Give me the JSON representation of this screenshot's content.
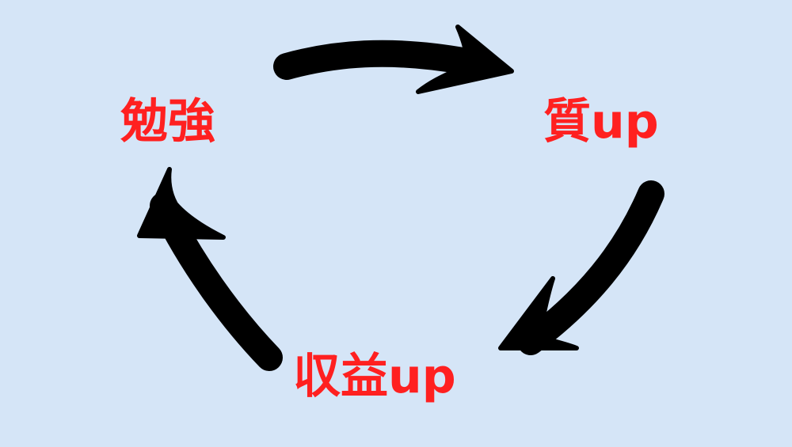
{
  "colors": {
    "background": "#d5e5f7",
    "arrow": "#000000",
    "label": "#ff2020"
  },
  "cycle": {
    "nodes": [
      {
        "id": "study",
        "label": "勉強"
      },
      {
        "id": "quality",
        "label": "質up"
      },
      {
        "id": "revenue",
        "label": "収益up"
      }
    ],
    "arrows": [
      {
        "from": "study",
        "to": "quality"
      },
      {
        "from": "quality",
        "to": "revenue"
      },
      {
        "from": "revenue",
        "to": "study"
      }
    ]
  }
}
